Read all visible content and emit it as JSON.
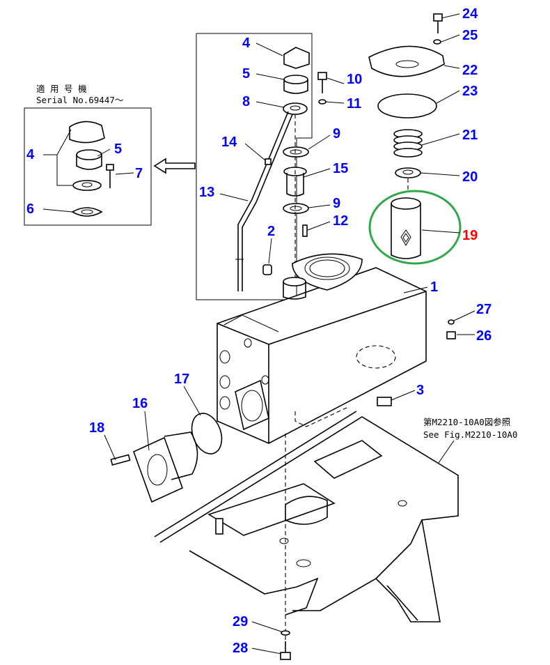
{
  "colors": {
    "callout": "#0000ff",
    "highlight_callout": "#ff0000",
    "highlight_ring": "#2ea84a",
    "line": "#000000"
  },
  "notes": {
    "inset_title": "適 用 号 機",
    "inset_serial": "Serial No.69447〜",
    "ref_jp": "第M2210-10A0図参照",
    "ref_en": "See Fig.M2210-10A0"
  },
  "callouts": [
    {
      "id": "c24",
      "text": "24"
    },
    {
      "id": "c25",
      "text": "25"
    },
    {
      "id": "c22",
      "text": "22"
    },
    {
      "id": "c23",
      "text": "23"
    },
    {
      "id": "c21",
      "text": "21"
    },
    {
      "id": "c20",
      "text": "20"
    },
    {
      "id": "c19",
      "text": "19",
      "highlight": true
    },
    {
      "id": "c1",
      "text": "1"
    },
    {
      "id": "c27",
      "text": "27"
    },
    {
      "id": "c26",
      "text": "26"
    },
    {
      "id": "c3",
      "text": "3"
    },
    {
      "id": "c4a",
      "text": "4"
    },
    {
      "id": "c5a",
      "text": "5"
    },
    {
      "id": "c8",
      "text": "8"
    },
    {
      "id": "c10",
      "text": "10"
    },
    {
      "id": "c11",
      "text": "11"
    },
    {
      "id": "c9a",
      "text": "9"
    },
    {
      "id": "c14",
      "text": "14"
    },
    {
      "id": "c15",
      "text": "15"
    },
    {
      "id": "c13",
      "text": "13"
    },
    {
      "id": "c9b",
      "text": "9"
    },
    {
      "id": "c12",
      "text": "12"
    },
    {
      "id": "c2",
      "text": "2"
    },
    {
      "id": "c4b",
      "text": "4"
    },
    {
      "id": "c5b",
      "text": "5"
    },
    {
      "id": "c7",
      "text": "7"
    },
    {
      "id": "c6",
      "text": "6"
    },
    {
      "id": "c17",
      "text": "17"
    },
    {
      "id": "c16",
      "text": "16"
    },
    {
      "id": "c18",
      "text": "18"
    },
    {
      "id": "c29",
      "text": "29"
    },
    {
      "id": "c28",
      "text": "28"
    }
  ]
}
